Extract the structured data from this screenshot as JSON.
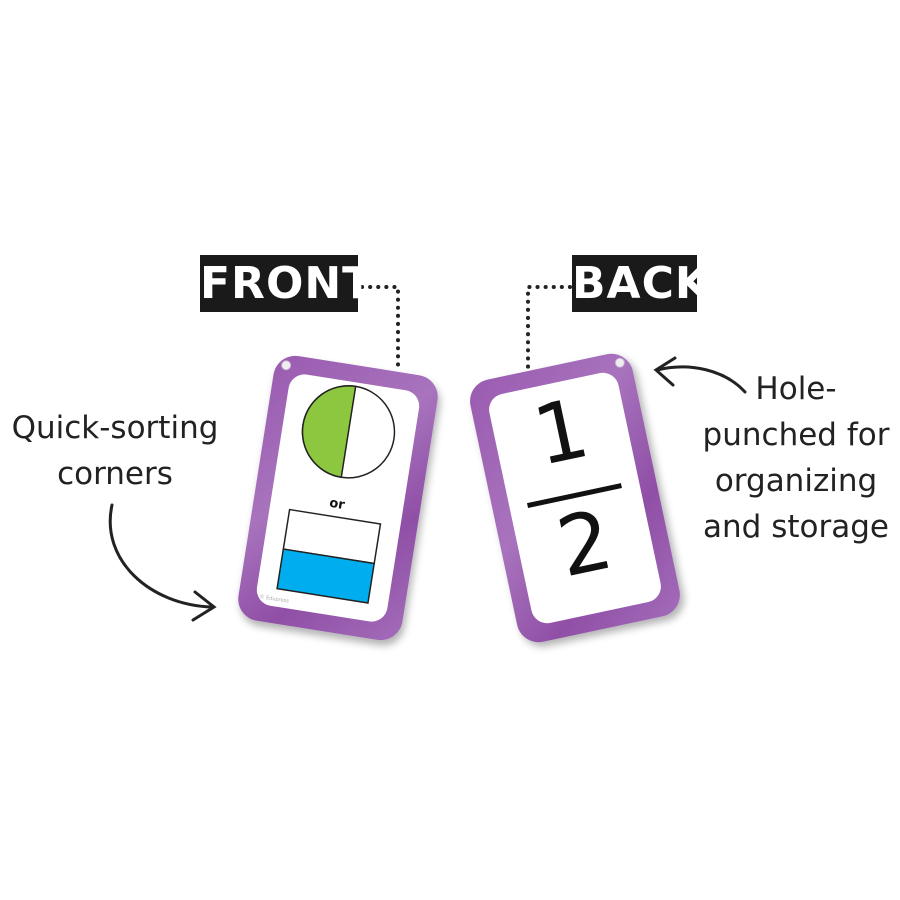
{
  "labels": {
    "front": "FRONT",
    "back": "BACK"
  },
  "callouts": {
    "left": [
      "Quick-sorting",
      "corners"
    ],
    "right": [
      "Hole-",
      "punched for",
      "organizing",
      "and storage"
    ]
  },
  "front_card": {
    "or_text": "or",
    "copyright": "© Edupress",
    "circle_fraction_shaded": 0.5,
    "rect_fraction_shaded": 0.5,
    "circle_color": "#8dc63f",
    "rect_color": "#00aeef"
  },
  "back_card": {
    "numerator": "1",
    "denominator": "2"
  },
  "colors": {
    "border": "#9b5fb2",
    "label_bg": "#1a1a1a"
  }
}
